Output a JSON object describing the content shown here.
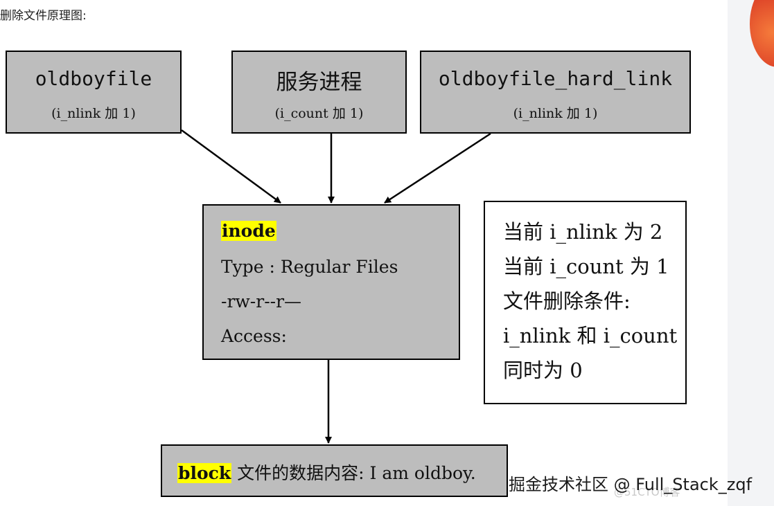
{
  "caption": "删除文件原理图:",
  "boxes": {
    "oldboyfile": {
      "title": "oldboyfile",
      "sub": "(i_nlink 加 1)"
    },
    "service": {
      "title": "服务进程",
      "sub": "(i_count 加 1)"
    },
    "hardlink": {
      "title": "oldboyfile_hard_link",
      "sub": "(i_nlink 加 1)"
    }
  },
  "inode": {
    "label": "inode",
    "type_line": "Type  : Regular Files",
    "perm_line": "-rw-r--r—",
    "access_line": "Access:"
  },
  "block": {
    "label": "block",
    "content": " 文件的数据内容: I am oldboy."
  },
  "note": {
    "lines": [
      "当前 i_nlink 为 2",
      "当前 i_count 为 1",
      "文件删除条件:",
      "i_nlink 和 i_count",
      "同时为 0"
    ]
  },
  "watermark": "掘金技术社区 @ Full_Stack_zqf",
  "watermark_faint": "@51CTO博客",
  "colors": {
    "box_fill": "#bdbdbd",
    "highlight": "#ffff00",
    "border": "#000000"
  },
  "icons": {
    "corner": "orange-circle-logo"
  }
}
